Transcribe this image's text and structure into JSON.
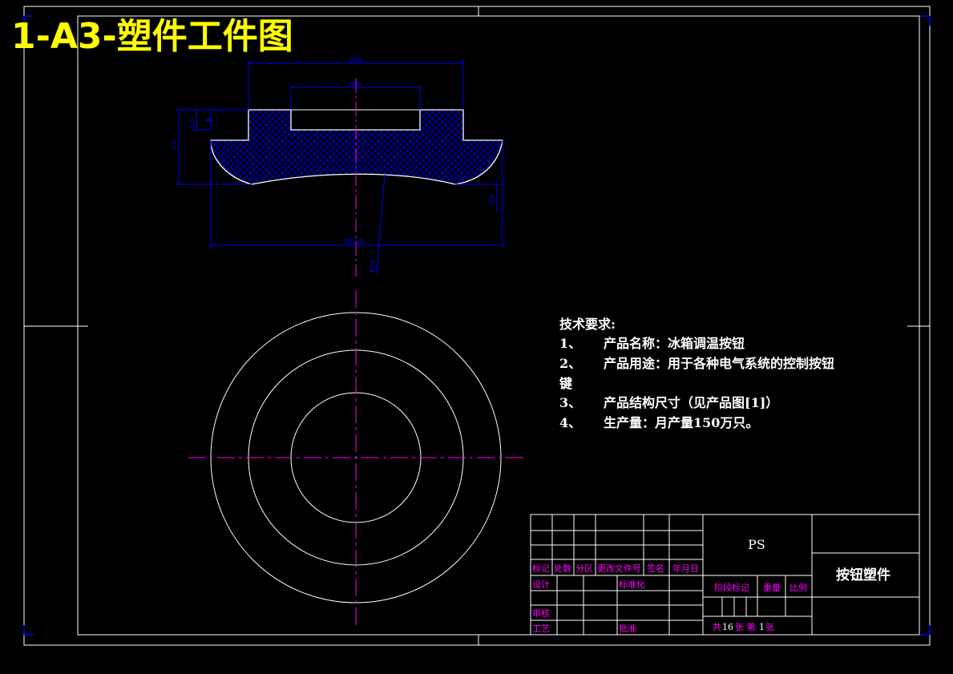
{
  "drawing": {
    "title": "1-A3-塑件工件图",
    "colors": {
      "background": "#000000",
      "outline": "#ffffff",
      "dimension": "#0000ff",
      "centerline": "#ff00ff",
      "title_text": "#ffff00",
      "table_label": "#ff00ff"
    },
    "dimensions": {
      "outer_top": "Ø10",
      "inner_hole": "Ø5",
      "left_height_total": "3.5",
      "left_height_step": "1.5",
      "left_height_small": "1",
      "right_depth": "0.5",
      "base_diameter": "Ø13.5",
      "radius": "R24"
    }
  },
  "tech_requirements": {
    "heading": "技术要求:",
    "items": [
      {
        "num": "1、",
        "text": "产品名称：冰箱调温按钮"
      },
      {
        "num": "2、",
        "text": "产品用途：用于各种电气系统的控制按钮"
      },
      {
        "num": "",
        "text": "键"
      },
      {
        "num": "3、",
        "text": "产品结构尺寸（见产品图[1]）"
      },
      {
        "num": "4、",
        "text": "生产量：月产量150万只。"
      }
    ]
  },
  "title_block": {
    "material": "PS",
    "part_name": "按钮塑件",
    "labels": {
      "mark": "标记",
      "count": "处数",
      "zone": "分区",
      "doc_no": "更改文件号",
      "sign": "签名",
      "date": "年月日",
      "design": "设计",
      "standardize": "标准化",
      "review": "审核",
      "process": "工艺",
      "approve": "批准",
      "stage_mark": "阶段标记",
      "weight": "重量",
      "scale": "比例"
    },
    "sheets": {
      "prefix": "共",
      "total": "16",
      "middle": "张 第",
      "current": "1",
      "suffix": "张"
    }
  }
}
